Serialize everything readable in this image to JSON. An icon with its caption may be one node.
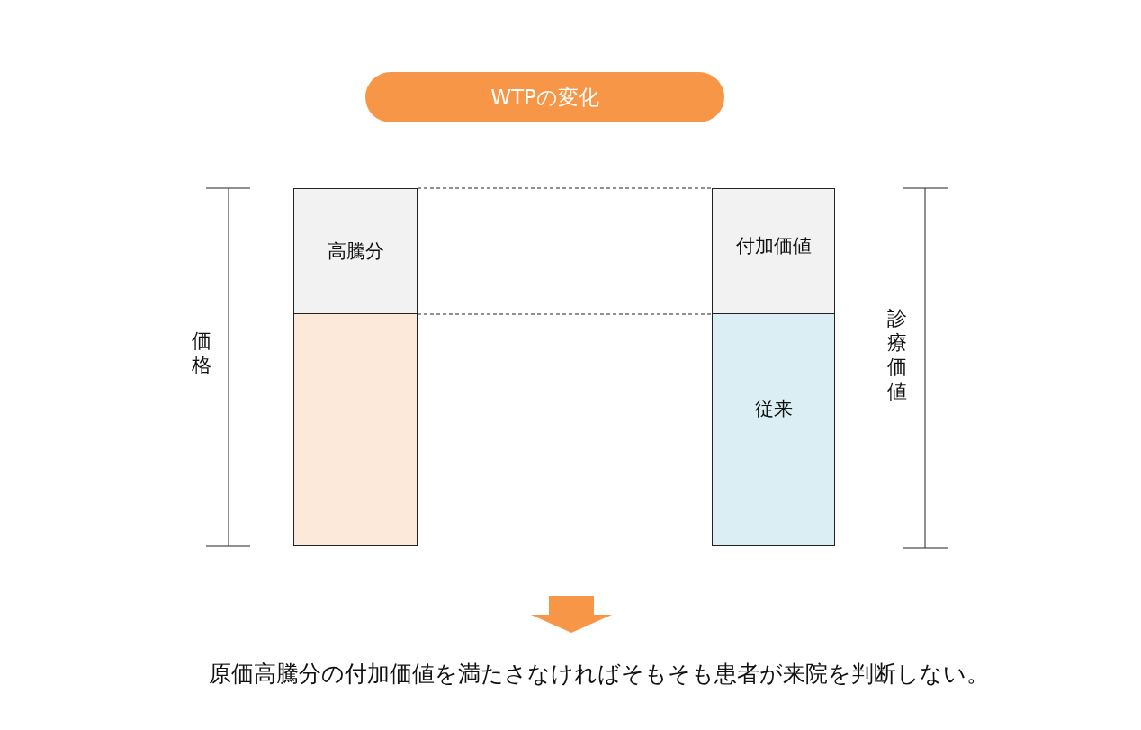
{
  "diagram": {
    "title": "WTPの変化",
    "caption": "原価高騰分の付加価値を満たさなければそもそも患者が来院を判断しない。",
    "nodes": [
      {
        "text": [
          "高騰分"
        ]
      },
      {
        "text": [],
        "shape": "box"
      },
      {
        "text": [
          "付加価値"
        ]
      },
      {
        "text": [
          "従来"
        ]
      }
    ],
    "edges": [
      {
        "from": 0,
        "to": 2,
        "arrow": "none",
        "style": "dashed"
      },
      {
        "from": 0,
        "to": 2,
        "arrow": "none",
        "style": "dashed"
      }
    ],
    "labels": [
      "価格",
      "診療価値"
    ]
  }
}
